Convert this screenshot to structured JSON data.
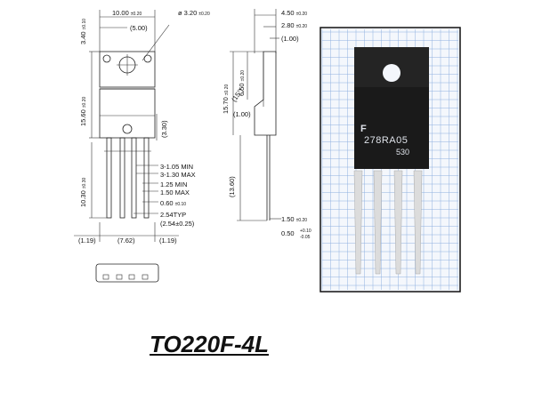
{
  "title": "TO220F-4L",
  "dimensions": {
    "width_top": {
      "value": "10.00",
      "tol": "±0.20"
    },
    "hole_dia": {
      "value": "ø 3.20",
      "tol": "±0.20"
    },
    "hole_offset": {
      "value": "(5.00)"
    },
    "tab_height": {
      "value": "3.40",
      "tol": "±0.10"
    },
    "body_height": {
      "value": "15.60",
      "tol": "±0.20"
    },
    "lead_height": {
      "value": "10.30",
      "tol": "±0.30"
    },
    "shoulder": {
      "value": "(3.30)"
    },
    "lead_w1": {
      "value": "3-1.05 MIN"
    },
    "lead_w2": {
      "value": "3-1.30 MAX"
    },
    "lead_w3": {
      "value": "1.25 MIN"
    },
    "lead_w4": {
      "value": "1.50 MAX"
    },
    "lead_thick": {
      "value": "0.60",
      "tol": "±0.10"
    },
    "pitch": {
      "value": "2.54TYP"
    },
    "pitch2": {
      "value": "(2.54±0.25)"
    },
    "edge_left": {
      "value": "(1.19)"
    },
    "span": {
      "value": "(7.62)"
    },
    "edge_right": {
      "value": "(1.19)"
    },
    "depth": {
      "value": "4.50",
      "tol": "±0.20"
    },
    "depth2": {
      "value": "2.80",
      "tol": "±0.20"
    },
    "side_top": {
      "value": "(1.00)"
    },
    "side_body": {
      "value": "15.70",
      "tol": "±0.20"
    },
    "side_tab": {
      "value": "6.50",
      "tol": "±0.20"
    },
    "angle": {
      "value": "(15°)"
    },
    "side_step": {
      "value": "(1.00)"
    },
    "side_lead": {
      "value": "(13.60)"
    },
    "bend": {
      "value": "1.50",
      "tol": "±0.20"
    },
    "lead_t": {
      "value": "0.50",
      "tol_up": "+0.10",
      "tol_dn": "-0.05"
    }
  },
  "photo": {
    "marking_line1": "278RA05",
    "marking_line2": "530",
    "body_color": "#1a1a1a",
    "lead_color": "#dcdcdc",
    "grid_color": "#8fb0e0",
    "bg_color": "#f4f7fc"
  }
}
